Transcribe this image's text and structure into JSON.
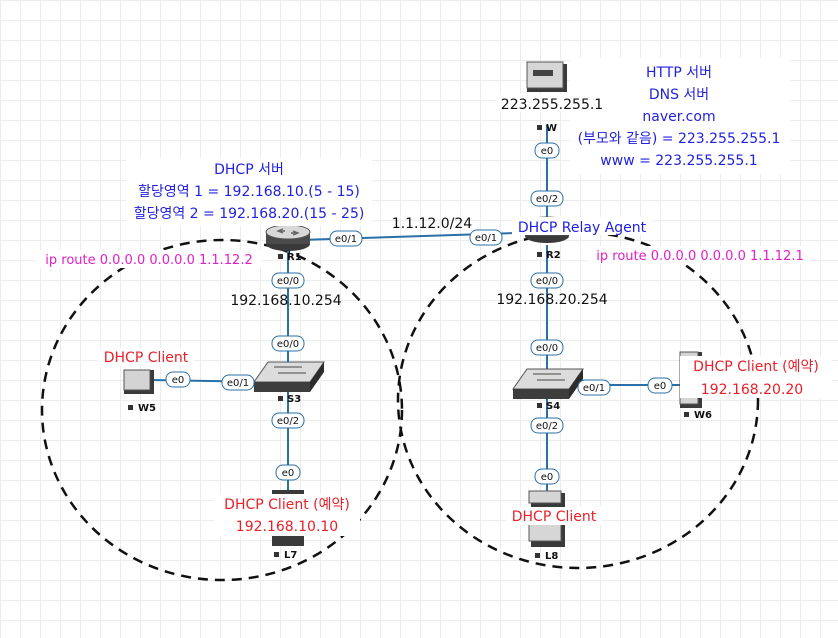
{
  "colors": {
    "link": "#2a6fa8",
    "blue_text": "#2222dd",
    "red_text": "#e8202a",
    "pink_text": "#e020c8"
  },
  "nodes": {
    "r1": {
      "name": "R1",
      "icon": "router-icon"
    },
    "r2": {
      "name": "R2",
      "icon": "router-icon"
    },
    "s3": {
      "name": "S3",
      "icon": "switch-icon"
    },
    "s4": {
      "name": "S4",
      "icon": "switch-icon"
    },
    "w": {
      "name": "W",
      "icon": "server-icon"
    },
    "w5": {
      "name": "W5",
      "icon": "pc-icon"
    },
    "w6": {
      "name": "W6",
      "icon": "pc-icon"
    },
    "l7": {
      "name": "L7",
      "icon": "server-icon"
    },
    "l8": {
      "name": "L8",
      "icon": "server-icon"
    }
  },
  "ports": {
    "r1_e01": "e0/1",
    "r1_e00": "e0/0",
    "r2_e01": "e0/1",
    "r2_e02": "e0/2",
    "r2_e00": "e0/0",
    "w_e0": "e0",
    "s3_e00": "e0/0",
    "s3_e01": "e0/1",
    "s3_e02": "e0/2",
    "w5_e0": "e0",
    "l7_e0": "e0",
    "s4_e00": "e0/0",
    "s4_e01": "e0/1",
    "s4_e02": "e0/2",
    "w6_e0": "e0",
    "l8_e0": "e0"
  },
  "labels": {
    "http_server": "HTTP 서버",
    "dns_server": "DNS 서버",
    "domain": "naver.com",
    "parent_same": "(부모와 같음) = 223.255.255.1",
    "www": "www = 223.255.255.1",
    "w_ip": "223.255.255.1",
    "dhcp_server": "DHCP 서버",
    "pool1": "할당영역 1 = 192.168.10.(5 - 15)",
    "pool2": "할당영역 2 = 192.168.20.(15 - 25)",
    "link_net": "1.1.12.0/24",
    "relay_agent": "DHCP Relay Agent",
    "r1_route": "ip route 0.0.0.0 0.0.0.0 1.1.12.2",
    "r2_route": "ip route 0.0.0.0 0.0.0.0 1.1.12.1",
    "r1_lan_ip": "192.168.10.254",
    "r2_lan_ip": "192.168.20.254",
    "w5_role": "DHCP Client",
    "l7_role": "DHCP Client (예약)",
    "l7_ip": "192.168.10.10",
    "w6_role": "DHCP Client (예약)",
    "w6_ip": "192.168.20.20",
    "l8_role": "DHCP Client"
  }
}
